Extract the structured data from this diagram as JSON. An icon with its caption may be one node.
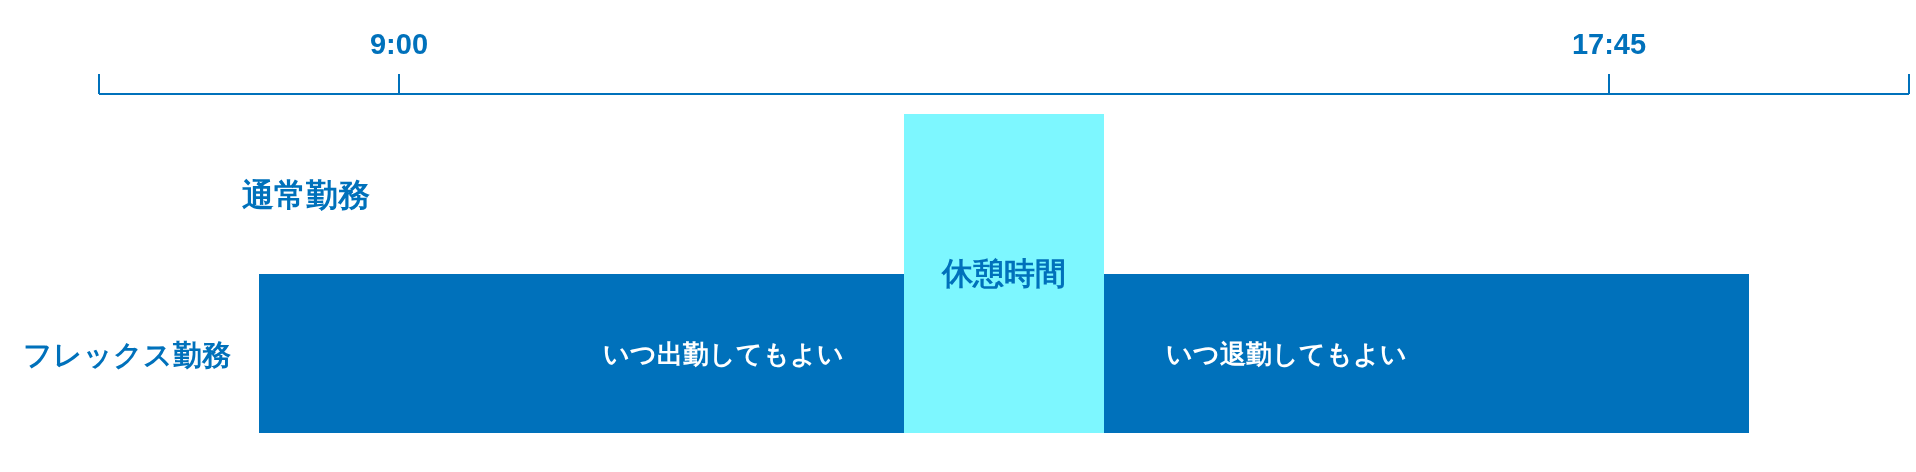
{
  "diagram": {
    "nodes": [
      {
        "text": [
          "いつ出勤してもよい"
        ]
      },
      {
        "text": [
          "休憩時間"
        ]
      },
      {
        "text": [
          "いつ退勤してもよい"
        ]
      }
    ],
    "labels": [
      "9:00",
      "17:45",
      "通常勤務",
      "フレックス勤務"
    ]
  }
}
